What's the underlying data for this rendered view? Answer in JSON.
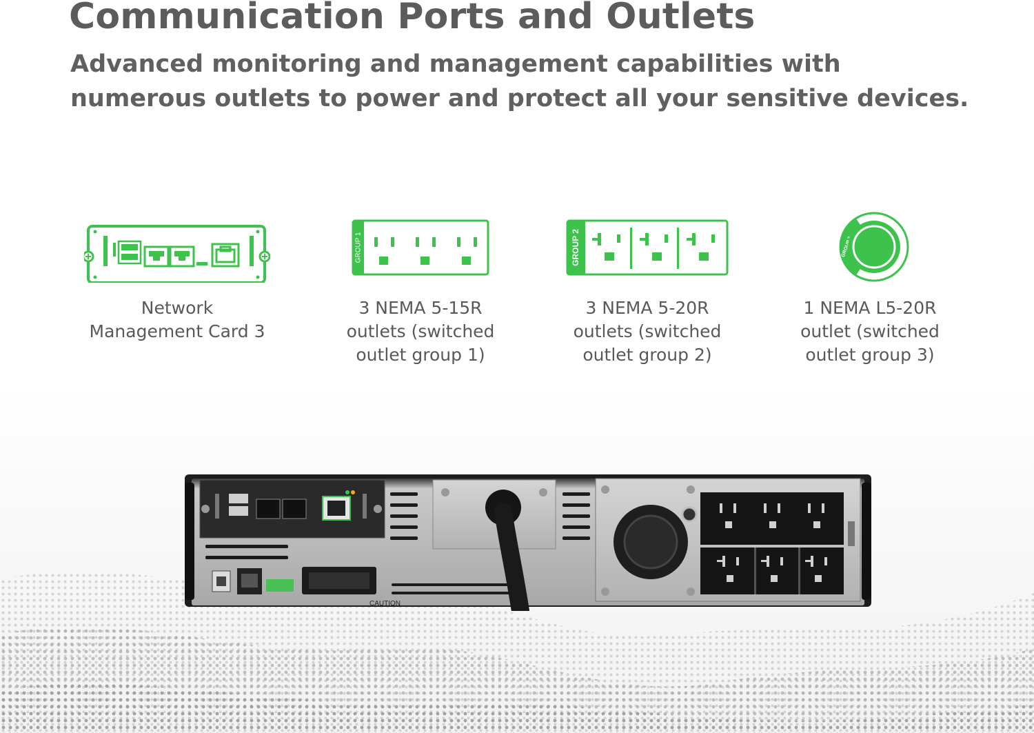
{
  "header": {
    "title": "Communication Ports and Outlets",
    "subtitle_lines": [
      "Advanced monitoring and management capabilities with",
      "numerous outlets to power and protect all your sensitive devices."
    ]
  },
  "features": [
    {
      "icon": "network-card-icon",
      "label_lines": [
        "Network",
        "Management Card 3"
      ]
    },
    {
      "icon": "nema-5-15r-outlet-icon",
      "badge": "GROUP 1",
      "label_lines": [
        "3 NEMA 5-15R",
        "outlets (switched",
        "outlet group 1)"
      ]
    },
    {
      "icon": "nema-5-20r-outlet-icon",
      "badge": "GROUP 2",
      "label_lines": [
        "3 NEMA 5-20R",
        "outlets (switched",
        "outlet group 2)"
      ]
    },
    {
      "icon": "nema-l5-20r-outlet-icon",
      "badge": "GROUP 3",
      "label_lines": [
        "1 NEMA L5-20R",
        "outlet (switched",
        "outlet group 3)"
      ]
    }
  ],
  "colors": {
    "accent": "#3dc24b",
    "text": "#58595b",
    "title": "#5b5c5e"
  },
  "product_image": {
    "caution_text": "CAUTION"
  }
}
